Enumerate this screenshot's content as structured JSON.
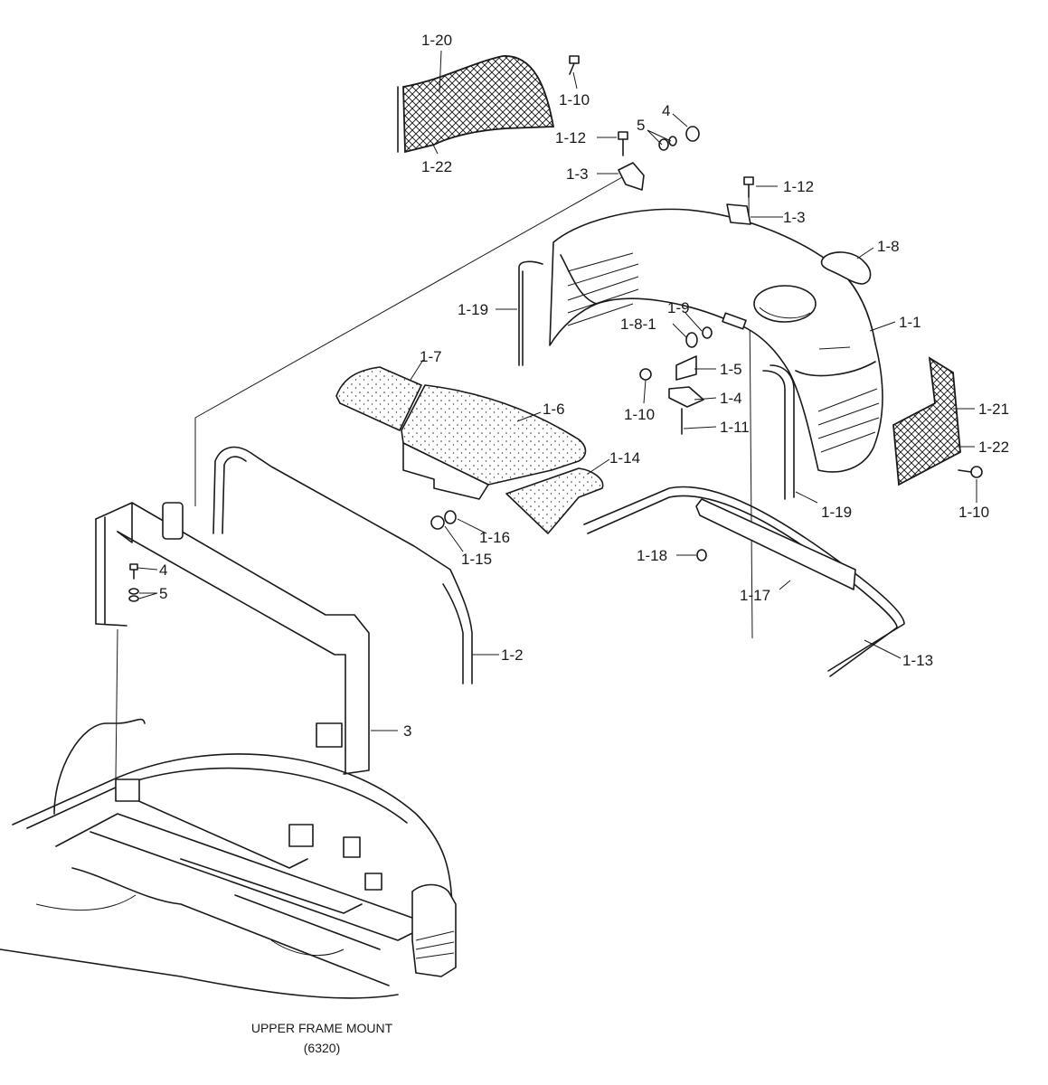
{
  "caption": {
    "line1": "UPPER FRAME MOUNT",
    "line2": "(6320)"
  },
  "labels": {
    "p1_20": "1-20",
    "p1_10a": "1-10",
    "p1_22a": "1-22",
    "p1_12a": "1-12",
    "p5a": "5",
    "p4a": "4",
    "p1_3a": "1-3",
    "p1_12b": "1-12",
    "p1_3b": "1-3",
    "p1_8": "1-8",
    "p1_19a": "1-19",
    "p1_9": "1-9",
    "p1_8_1": "1-8-1",
    "p1_1": "1-1",
    "p1_7": "1-7",
    "p1_5": "1-5",
    "p1_10b": "1-10",
    "p1_4": "1-4",
    "p1_11": "1-11",
    "p1_21": "1-21",
    "p1_6": "1-6",
    "p1_22b": "1-22",
    "p1_14": "1-14",
    "p1_19b": "1-19",
    "p1_10c": "1-10",
    "p1_16": "1-16",
    "p1_15": "1-15",
    "p4b": "4",
    "p5b": "5",
    "p1_18": "1-18",
    "p1_17": "1-17",
    "p1_2": "1-2",
    "p1_13": "1-13",
    "p3": "3"
  }
}
